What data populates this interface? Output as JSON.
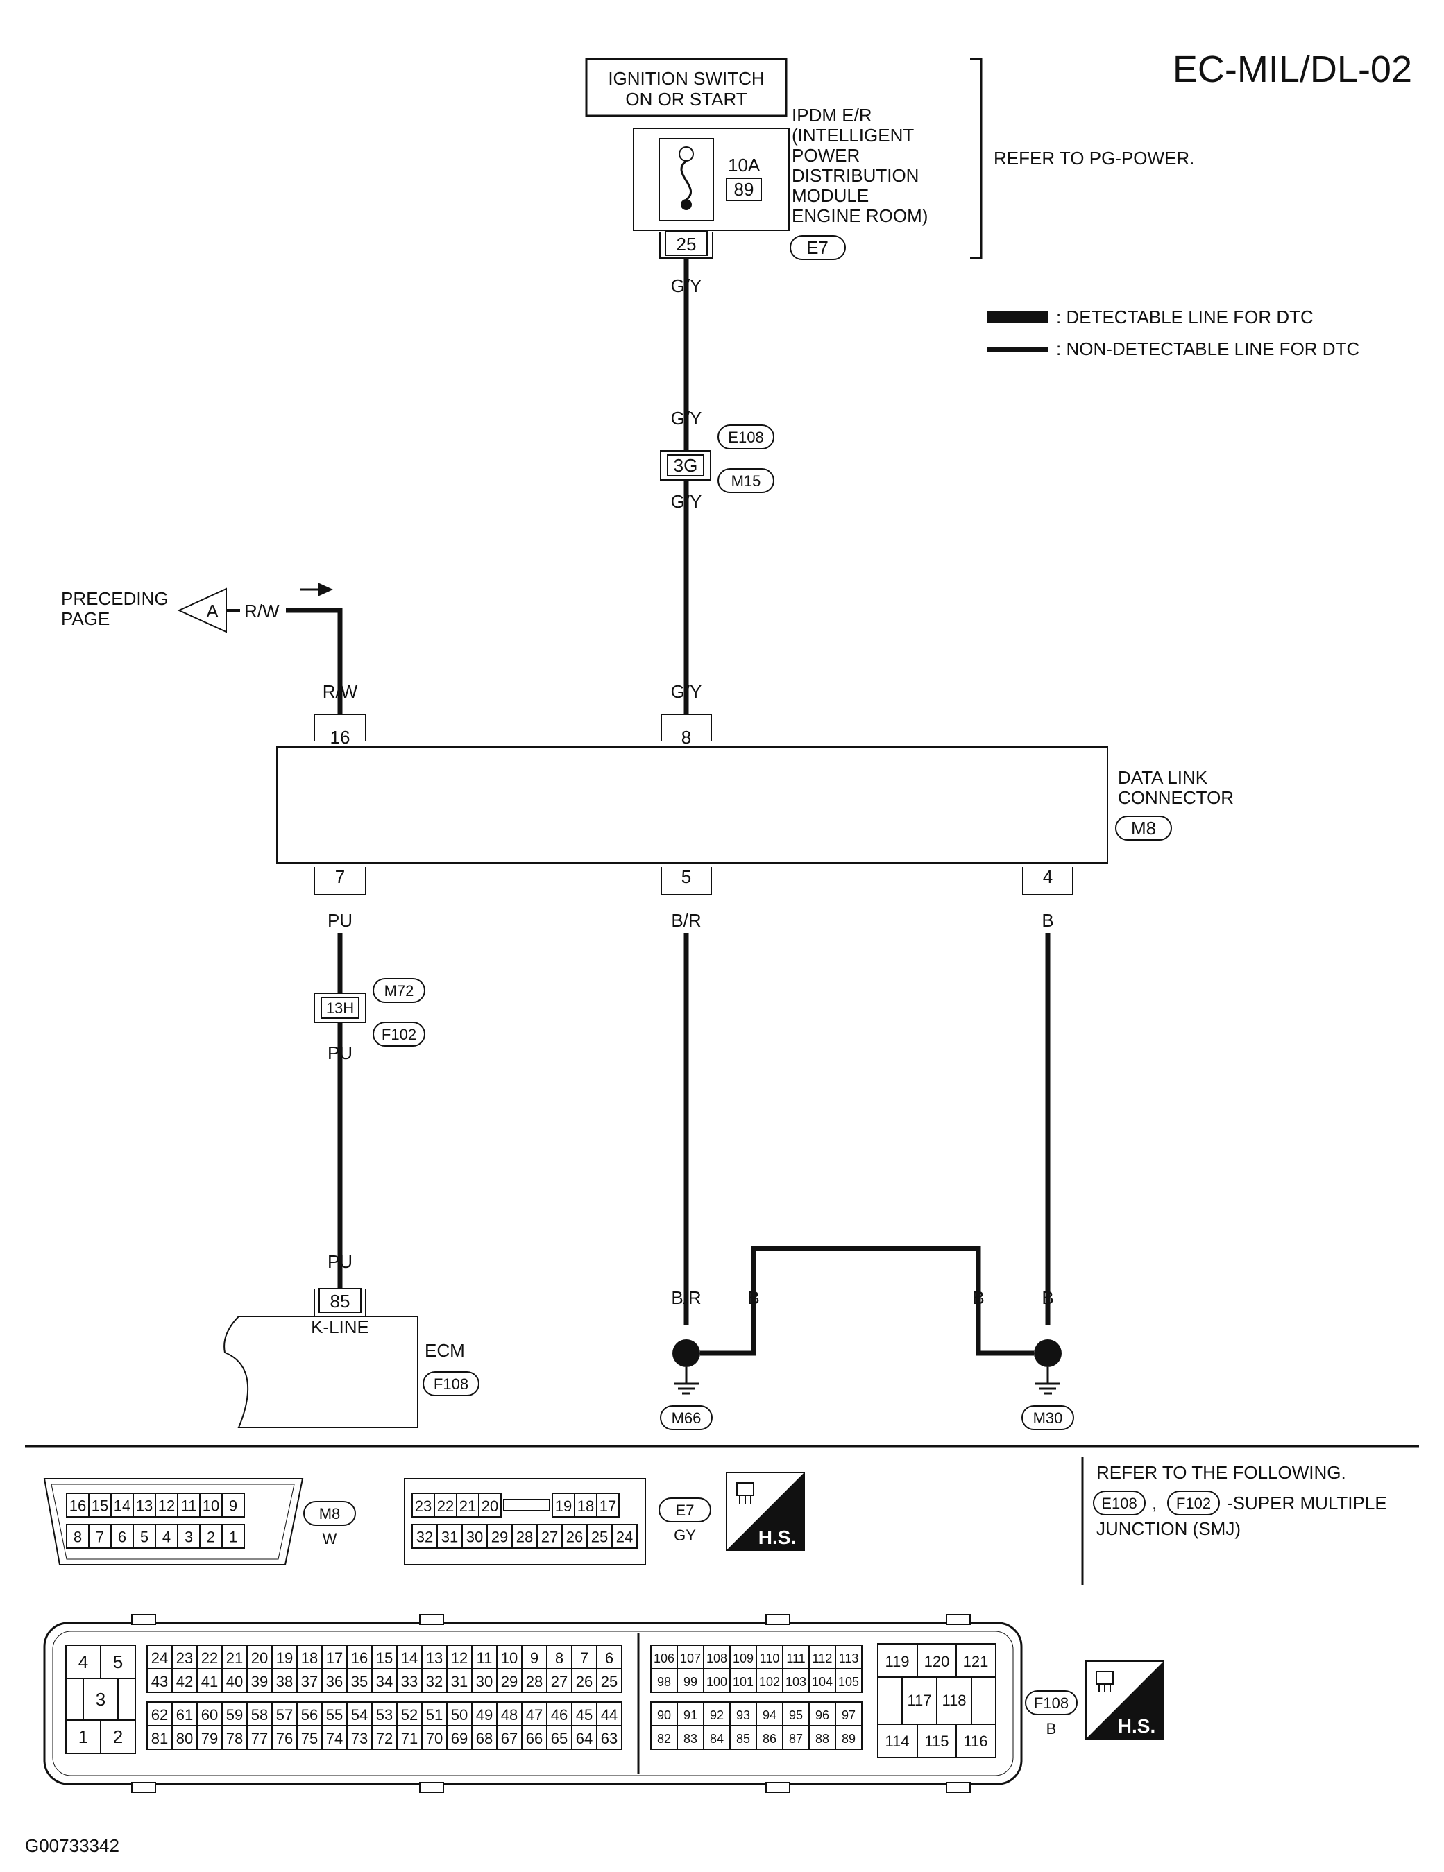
{
  "page_id": "EC-MIL/DL-02",
  "figure_id": "G00733342",
  "legend": {
    "detectable": ": DETECTABLE LINE FOR DTC",
    "non_detectable": ": NON-DETECTABLE LINE FOR DTC"
  },
  "ignition": {
    "line1": "IGNITION SWITCH",
    "line2": "ON OR START"
  },
  "ipdm": {
    "lines": [
      "IPDM E/R",
      "(INTELLIGENT",
      "POWER",
      "DISTRIBUTION",
      "MODULE",
      "ENGINE ROOM)"
    ],
    "fuse_amp": "10A",
    "fuse_no": "89",
    "pin": "25",
    "connector": "E7",
    "refer": "REFER TO PG-POWER."
  },
  "wires": {
    "gy": "G/Y",
    "rw": "R/W",
    "pu": "PU",
    "br": "B/R",
    "b": "B"
  },
  "junction_3g": {
    "pin": "3G",
    "conn_top": "E108",
    "conn_bottom": "M15"
  },
  "junction_13h": {
    "pin": "13H",
    "conn_top": "M72",
    "conn_bottom": "F102"
  },
  "preceding": {
    "line1": "PRECEDING",
    "line2": "PAGE",
    "marker": "A"
  },
  "dlc": {
    "line1": "DATA LINK",
    "line2": "CONNECTOR",
    "connector": "M8",
    "pins_top": [
      "16",
      "8"
    ],
    "pins_bottom": [
      "7",
      "5",
      "4"
    ]
  },
  "ecm": {
    "pin": "85",
    "signal": "K-LINE",
    "name": "ECM",
    "connector": "F108"
  },
  "grounds": [
    "M66",
    "M30"
  ],
  "refer_following": {
    "line1": "REFER TO THE FOLLOWING.",
    "conn1": "E108",
    "sep": ",",
    "conn2": "F102",
    "suffix": "-SUPER MULTIPLE",
    "line3": "JUNCTION (SMJ)"
  },
  "m8_face": {
    "row1": [
      "16",
      "15",
      "14",
      "13",
      "12",
      "11",
      "10",
      "9"
    ],
    "row2": [
      "8",
      "7",
      "6",
      "5",
      "4",
      "3",
      "2",
      "1"
    ],
    "connector": "M8",
    "color": "W"
  },
  "e7_face": {
    "row1": [
      "23",
      "22",
      "21",
      "20",
      "",
      "19",
      "18",
      "17"
    ],
    "row2": [
      "32",
      "31",
      "30",
      "29",
      "28",
      "27",
      "26",
      "25",
      "24"
    ],
    "connector": "E7",
    "color": "GY"
  },
  "hs_badge": "H.S.",
  "f108_face": {
    "connector": "F108",
    "color": "B",
    "left_grid": [
      "4",
      "5",
      "3",
      "1",
      "2"
    ],
    "mid_rows": [
      [
        "24",
        "23",
        "22",
        "21",
        "20",
        "19",
        "18",
        "17",
        "16",
        "15",
        "14",
        "13",
        "12",
        "11",
        "10",
        "9",
        "8",
        "7",
        "6"
      ],
      [
        "43",
        "42",
        "41",
        "40",
        "39",
        "38",
        "37",
        "36",
        "35",
        "34",
        "33",
        "32",
        "31",
        "30",
        "29",
        "28",
        "27",
        "26",
        "25"
      ],
      [
        "62",
        "61",
        "60",
        "59",
        "58",
        "57",
        "56",
        "55",
        "54",
        "53",
        "52",
        "51",
        "50",
        "49",
        "48",
        "47",
        "46",
        "45",
        "44"
      ],
      [
        "81",
        "80",
        "79",
        "78",
        "77",
        "76",
        "75",
        "74",
        "73",
        "72",
        "71",
        "70",
        "69",
        "68",
        "67",
        "66",
        "65",
        "64",
        "63"
      ]
    ],
    "right_rows": [
      [
        "106",
        "107",
        "108",
        "109",
        "110",
        "111",
        "112",
        "113"
      ],
      [
        "98",
        "99",
        "100",
        "101",
        "102",
        "103",
        "104",
        "105"
      ],
      [
        "90",
        "91",
        "92",
        "93",
        "94",
        "95",
        "96",
        "97"
      ],
      [
        "82",
        "83",
        "84",
        "85",
        "86",
        "87",
        "88",
        "89"
      ]
    ],
    "far_right": [
      "119",
      "120",
      "121",
      "117",
      "118",
      "114",
      "115",
      "116"
    ]
  }
}
